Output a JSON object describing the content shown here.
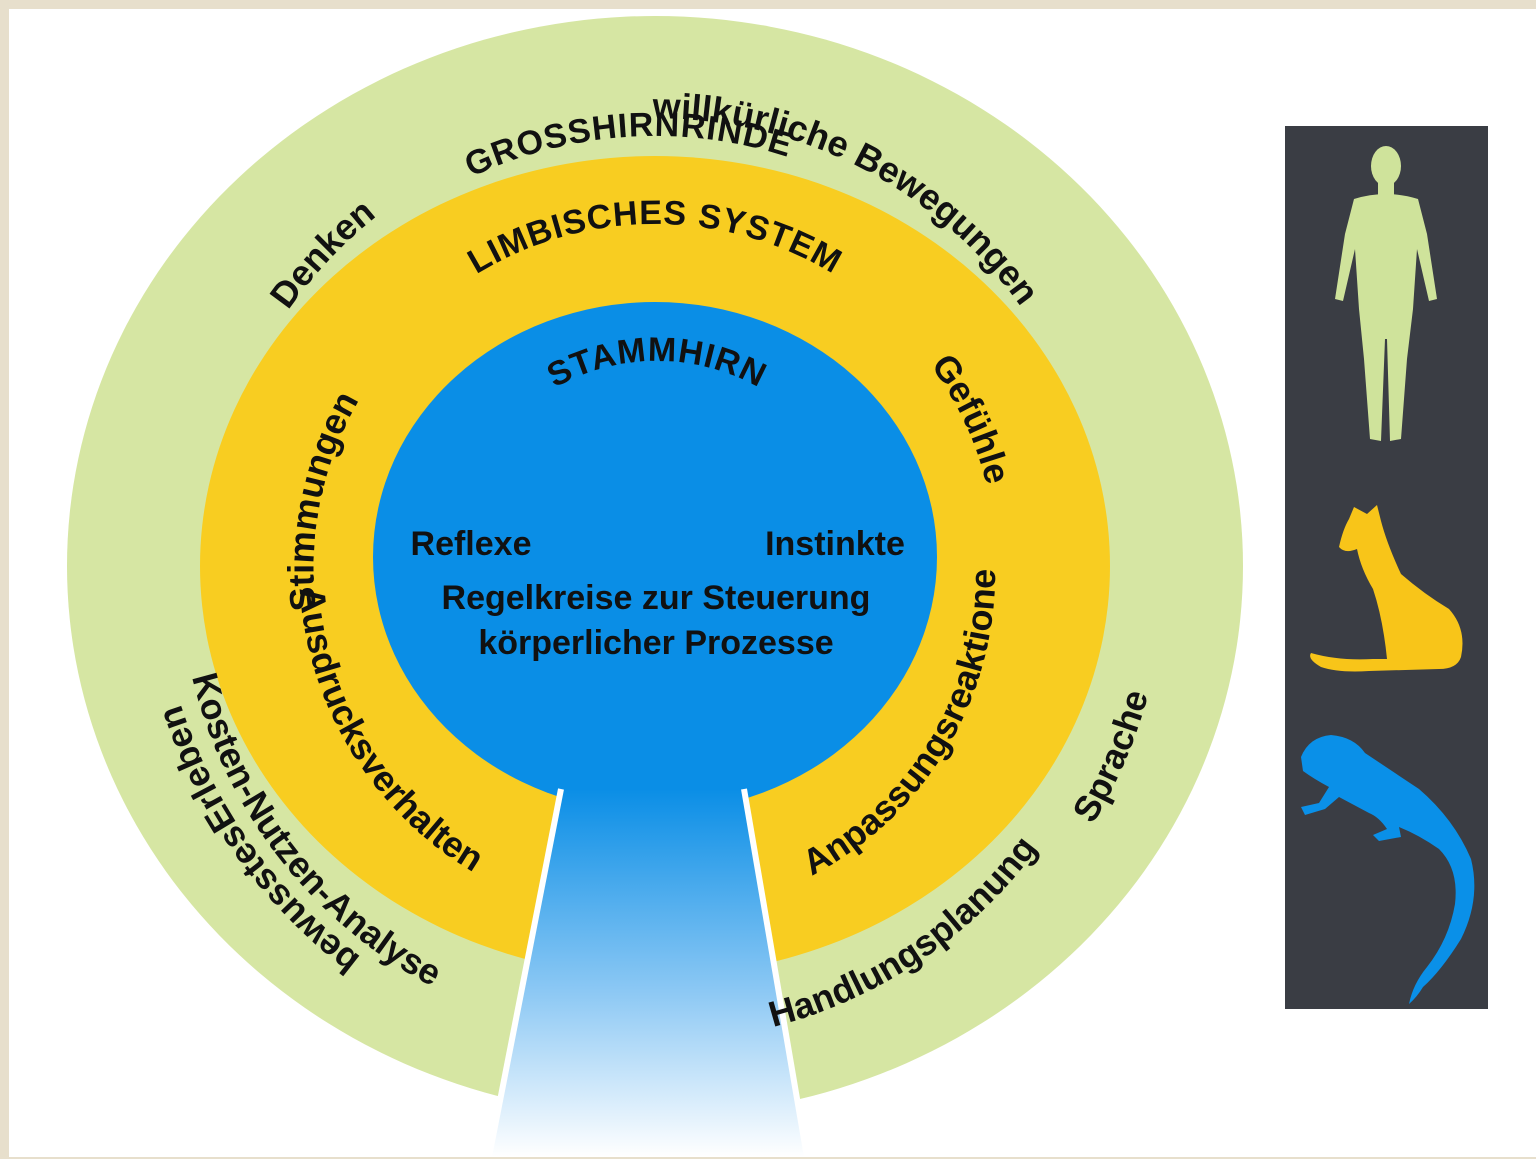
{
  "colors": {
    "outer_ring": "#d6e6a3",
    "middle_ring": "#f8cd21",
    "inner_core": "#0a8ee6",
    "panel_bg": "#3a3d44",
    "human": "#cfe39b",
    "cat": "#f8c519",
    "lizard": "#0a90e8"
  },
  "outer_ring": {
    "title": "GROSSHIRNRINDE",
    "labels": {
      "denken": "Denken",
      "willkuerliche": "willkürliche Bewegungen",
      "bewusstes": "bewusstesErleben",
      "sprache": "Sprache",
      "kosten": "Kosten-Nutzen-Analyse",
      "handlung": "Handlungsplanung"
    }
  },
  "middle_ring": {
    "title": "LIMBISCHES SYSTEM",
    "labels": {
      "stimmungen": "Stimmungen",
      "gefuehle": "Gefühle",
      "ausdruck": "Ausdrucksverhalten",
      "anpassung": "Anpassungsreaktionen"
    }
  },
  "core": {
    "title": "STAMMHIRN",
    "reflexe": "Reflexe",
    "instinkte": "Instinkte",
    "regel_line1": "Regelkreise zur Steuerung",
    "regel_line2": "körperlicher Prozesse"
  },
  "side_panel": {
    "icons": [
      "human-silhouette-icon",
      "cat-silhouette-icon",
      "lizard-silhouette-icon"
    ]
  }
}
